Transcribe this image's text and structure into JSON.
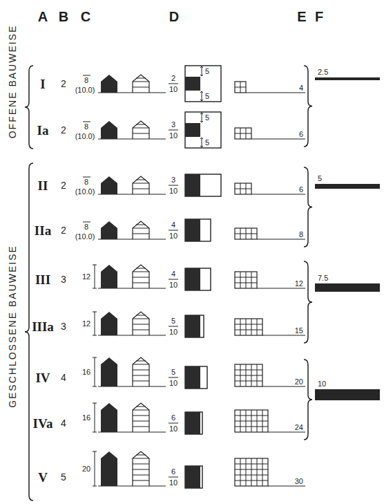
{
  "diagram": {
    "labels": [
      "A",
      "B",
      "C",
      "D",
      "E",
      "F",
      "OFFENE BAUWEISE",
      "GESCHLOSSENE BAUWEISE",
      "I",
      "2",
      "8",
      "(10.0)",
      "2",
      "10",
      "5",
      "5",
      "4",
      "2.5",
      "Ia",
      "2",
      "8",
      "(10.0)",
      "3",
      "10",
      "5",
      "5",
      "6",
      "II",
      "2",
      "8",
      "(10.0)",
      "3",
      "10",
      "6",
      "5",
      "IIa",
      "2",
      "8",
      "(10.0)",
      "4",
      "10",
      "8",
      "III",
      "3",
      "12",
      "4",
      "10",
      "12",
      "7.5",
      "IIIa",
      "3",
      "12",
      "5",
      "10",
      "15",
      "IV",
      "4",
      "16",
      "5",
      "10",
      "20",
      "10",
      "IVa",
      "4",
      "16",
      "6",
      "10",
      "24",
      "V",
      "5",
      "20",
      "6",
      "10",
      "30"
    ]
  }
}
